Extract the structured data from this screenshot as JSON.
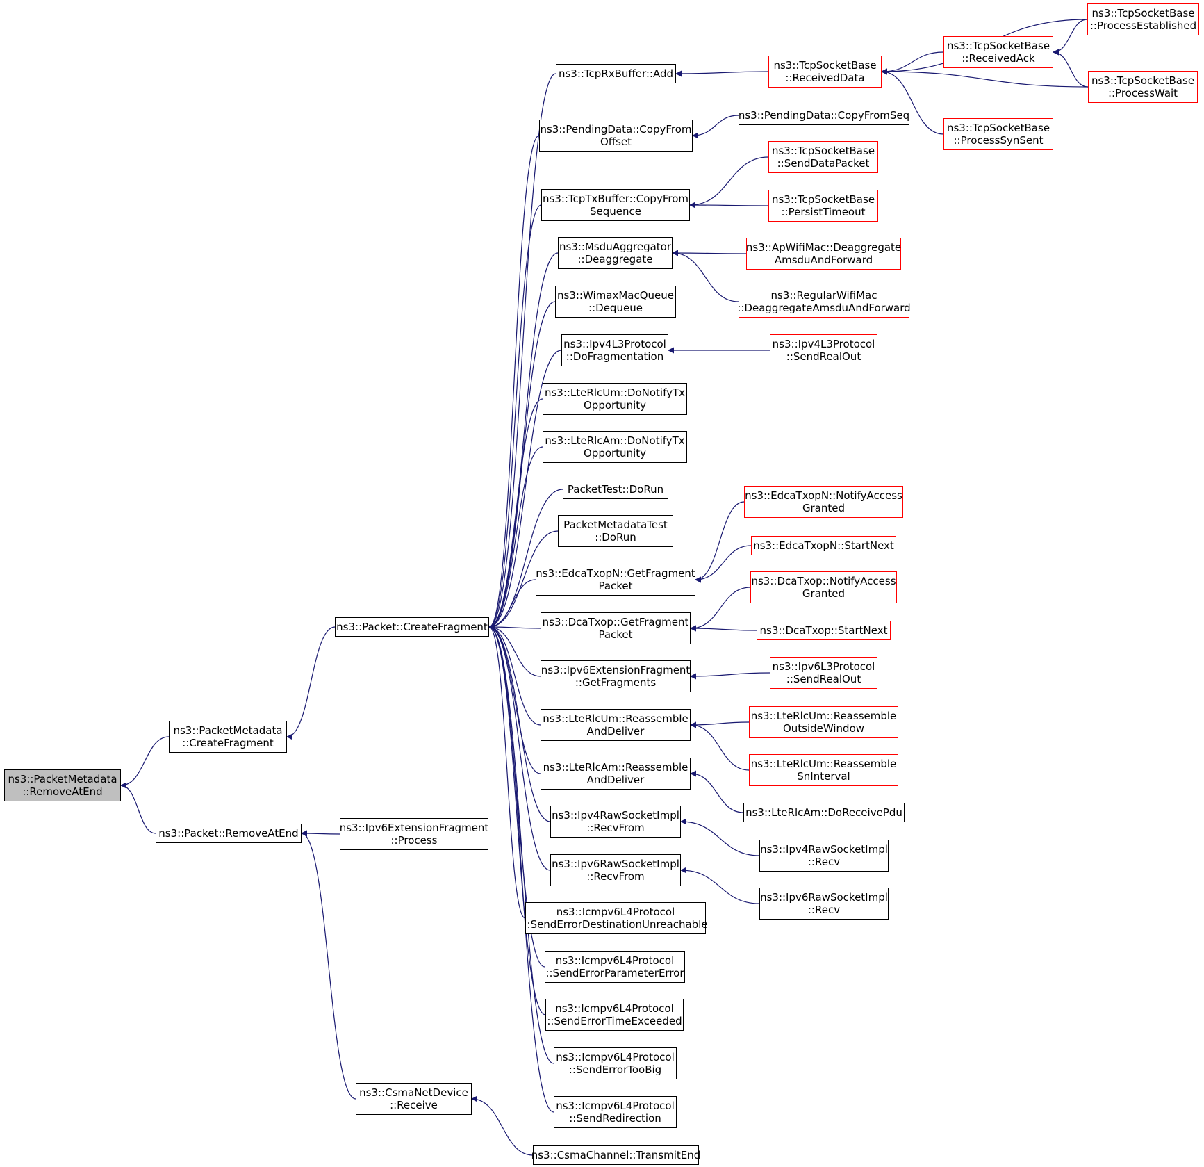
{
  "colors": {
    "edge": "#191970",
    "box_border": "#000000",
    "truncated_border": "#ff0000",
    "root_fill": "#bfbfbf"
  },
  "nodes": [
    {
      "id": "n0",
      "label": "ns3::PacketMetadata\n::RemoveAtEnd",
      "style": "root"
    },
    {
      "id": "n1",
      "label": "ns3::PacketMetadata\n::CreateFragment"
    },
    {
      "id": "n2",
      "label": "ns3::Packet::RemoveAtEnd"
    },
    {
      "id": "n3",
      "label": "ns3::Packet::CreateFragment"
    },
    {
      "id": "n4",
      "label": "ns3::Ipv6ExtensionFragment\n::Process"
    },
    {
      "id": "n5",
      "label": "ns3::CsmaNetDevice\n::Receive"
    },
    {
      "id": "n6",
      "label": "ns3::CsmaChannel::TransmitEnd"
    },
    {
      "id": "n7",
      "label": "ns3::TcpRxBuffer::Add"
    },
    {
      "id": "n8",
      "label": "ns3::PendingData::CopyFrom\nOffset"
    },
    {
      "id": "n9",
      "label": "ns3::TcpTxBuffer::CopyFrom\nSequence"
    },
    {
      "id": "n10",
      "label": "ns3::MsduAggregator\n::Deaggregate"
    },
    {
      "id": "n11",
      "label": "ns3::WimaxMacQueue\n::Dequeue"
    },
    {
      "id": "n12",
      "label": "ns3::Ipv4L3Protocol\n::DoFragmentation"
    },
    {
      "id": "n13",
      "label": "ns3::LteRlcUm::DoNotifyTx\nOpportunity"
    },
    {
      "id": "n14",
      "label": "ns3::LteRlcAm::DoNotifyTx\nOpportunity"
    },
    {
      "id": "n15",
      "label": "PacketTest::DoRun"
    },
    {
      "id": "n16",
      "label": "PacketMetadataTest\n::DoRun"
    },
    {
      "id": "n17",
      "label": "ns3::EdcaTxopN::GetFragment\nPacket"
    },
    {
      "id": "n18",
      "label": "ns3::DcaTxop::GetFragment\nPacket"
    },
    {
      "id": "n19",
      "label": "ns3::Ipv6ExtensionFragment\n::GetFragments"
    },
    {
      "id": "n20",
      "label": "ns3::LteRlcUm::Reassemble\nAndDeliver"
    },
    {
      "id": "n21",
      "label": "ns3::LteRlcAm::Reassemble\nAndDeliver"
    },
    {
      "id": "n22",
      "label": "ns3::Ipv4RawSocketImpl\n::RecvFrom"
    },
    {
      "id": "n23",
      "label": "ns3::Ipv6RawSocketImpl\n::RecvFrom"
    },
    {
      "id": "n24",
      "label": "ns3::Icmpv6L4Protocol\n::SendErrorDestinationUnreachable"
    },
    {
      "id": "n25",
      "label": "ns3::Icmpv6L4Protocol\n::SendErrorParameterError"
    },
    {
      "id": "n26",
      "label": "ns3::Icmpv6L4Protocol\n::SendErrorTimeExceeded"
    },
    {
      "id": "n27",
      "label": "ns3::Icmpv6L4Protocol\n::SendErrorTooBig"
    },
    {
      "id": "n28",
      "label": "ns3::Icmpv6L4Protocol\n::SendRedirection"
    },
    {
      "id": "n29",
      "label": "ns3::TcpSocketBase\n::ReceivedData",
      "style": "red"
    },
    {
      "id": "n30",
      "label": "ns3::PendingData::CopyFromSeq"
    },
    {
      "id": "n31",
      "label": "ns3::TcpSocketBase\n::SendDataPacket",
      "style": "red"
    },
    {
      "id": "n32",
      "label": "ns3::TcpSocketBase\n::PersistTimeout",
      "style": "red"
    },
    {
      "id": "n33",
      "label": "ns3::ApWifiMac::Deaggregate\nAmsduAndForward",
      "style": "red"
    },
    {
      "id": "n34",
      "label": "ns3::RegularWifiMac\n::DeaggregateAmsduAndForward",
      "style": "red"
    },
    {
      "id": "n35",
      "label": "ns3::Ipv4L3Protocol\n::SendRealOut",
      "style": "red"
    },
    {
      "id": "n36",
      "label": "ns3::EdcaTxopN::NotifyAccess\nGranted",
      "style": "red"
    },
    {
      "id": "n37",
      "label": "ns3::EdcaTxopN::StartNext",
      "style": "red"
    },
    {
      "id": "n38",
      "label": "ns3::DcaTxop::NotifyAccess\nGranted",
      "style": "red"
    },
    {
      "id": "n39",
      "label": "ns3::DcaTxop::StartNext",
      "style": "red"
    },
    {
      "id": "n40",
      "label": "ns3::Ipv6L3Protocol\n::SendRealOut",
      "style": "red"
    },
    {
      "id": "n41",
      "label": "ns3::LteRlcUm::Reassemble\nOutsideWindow",
      "style": "red"
    },
    {
      "id": "n42",
      "label": "ns3::LteRlcUm::Reassemble\nSnInterval",
      "style": "red"
    },
    {
      "id": "n43",
      "label": "ns3::LteRlcAm::DoReceivePdu"
    },
    {
      "id": "n44",
      "label": "ns3::Ipv4RawSocketImpl\n::Recv"
    },
    {
      "id": "n45",
      "label": "ns3::Ipv6RawSocketImpl\n::Recv"
    },
    {
      "id": "n46",
      "label": "ns3::TcpSocketBase\n::ReceivedAck",
      "style": "red"
    },
    {
      "id": "n47",
      "label": "ns3::TcpSocketBase\n::ProcessSynSent",
      "style": "red"
    },
    {
      "id": "n48",
      "label": "ns3::TcpSocketBase\n::ProcessEstablished",
      "style": "red"
    },
    {
      "id": "n49",
      "label": "ns3::TcpSocketBase\n::ProcessWait",
      "style": "red"
    }
  ],
  "edges": [
    [
      "n1",
      "n0"
    ],
    [
      "n2",
      "n0"
    ],
    [
      "n3",
      "n1"
    ],
    [
      "n4",
      "n2"
    ],
    [
      "n5",
      "n2"
    ],
    [
      "n6",
      "n5"
    ],
    [
      "n7",
      "n3"
    ],
    [
      "n8",
      "n3"
    ],
    [
      "n9",
      "n3"
    ],
    [
      "n10",
      "n3"
    ],
    [
      "n11",
      "n3"
    ],
    [
      "n12",
      "n3"
    ],
    [
      "n13",
      "n3"
    ],
    [
      "n14",
      "n3"
    ],
    [
      "n15",
      "n3"
    ],
    [
      "n16",
      "n3"
    ],
    [
      "n17",
      "n3"
    ],
    [
      "n18",
      "n3"
    ],
    [
      "n19",
      "n3"
    ],
    [
      "n20",
      "n3"
    ],
    [
      "n21",
      "n3"
    ],
    [
      "n22",
      "n3"
    ],
    [
      "n23",
      "n3"
    ],
    [
      "n24",
      "n3"
    ],
    [
      "n25",
      "n3"
    ],
    [
      "n26",
      "n3"
    ],
    [
      "n27",
      "n3"
    ],
    [
      "n28",
      "n3"
    ],
    [
      "n29",
      "n7"
    ],
    [
      "n30",
      "n8"
    ],
    [
      "n31",
      "n9"
    ],
    [
      "n32",
      "n9"
    ],
    [
      "n33",
      "n10"
    ],
    [
      "n34",
      "n10"
    ],
    [
      "n35",
      "n12"
    ],
    [
      "n36",
      "n17"
    ],
    [
      "n37",
      "n17"
    ],
    [
      "n38",
      "n18"
    ],
    [
      "n39",
      "n18"
    ],
    [
      "n40",
      "n19"
    ],
    [
      "n41",
      "n20"
    ],
    [
      "n42",
      "n20"
    ],
    [
      "n43",
      "n21"
    ],
    [
      "n44",
      "n22"
    ],
    [
      "n45",
      "n23"
    ],
    [
      "n46",
      "n29"
    ],
    [
      "n47",
      "n29"
    ],
    [
      "n48",
      "n29"
    ],
    [
      "n49",
      "n29"
    ],
    [
      "n48",
      "n46"
    ],
    [
      "n49",
      "n46"
    ]
  ]
}
